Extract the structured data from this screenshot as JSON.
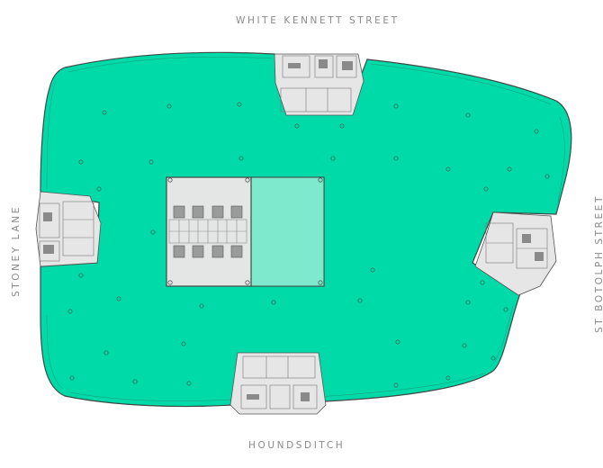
{
  "streets": {
    "north": "WHITE KENNETT STREET",
    "south": "HOUNDSDITCH",
    "west": "STONEY LANE",
    "east": "ST BOTOLPH STREET"
  },
  "colors": {
    "floor_area": "#00d9a8",
    "floor_outline": "#3a4a45",
    "core": "#e4e6e5",
    "core_highlight": "#7ee9cd",
    "service_core": "#e6e6e6",
    "column_ring": "#2e6b5c",
    "street_text": "#8a8a8a"
  }
}
